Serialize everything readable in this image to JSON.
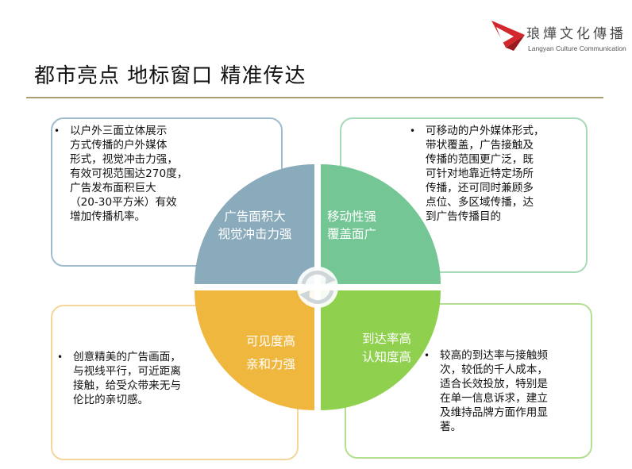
{
  "brand": {
    "name_cn": "琅燁文化傳播",
    "name_en": "Langyan Culture Communication",
    "colors": {
      "red": "#d2272c",
      "gold": "#a9a071"
    }
  },
  "title": "都市亮点 地标窗口 精准传达",
  "quadrants": {
    "top_left": {
      "label": "广告面积大\n视觉冲击力强",
      "color": "#8aabbb",
      "description": "以户外三面立体展示\n方式传播的户外媒体\n形式，视觉冲击力强，\n有效可视范围达270度，\n广告发布面积巨大\n（20-30平方米）有效\n增加传播机率。"
    },
    "top_right": {
      "label": "移动性强\n覆盖面广",
      "color": "#74c795",
      "description": "可移动的户外媒体形式，\n带状覆盖，广告接触及\n传播的范围更广泛，既\n可针对地靠近特定场所\n传播，还可同时兼顾多\n点位、多区域传播，达\n到广告传播目的"
    },
    "bottom_left": {
      "label": "可见度高\n亲和力强",
      "color": "#f0b73f",
      "description": "创意精美的广告画面，\n与视线平行，可近距离\n接触，给受众带来无与\n伦比的亲切感。"
    },
    "bottom_right": {
      "label": "到达率高\n认知度高",
      "color": "#8fd14f",
      "description": "较高的到达率与接触频\n次，较低的千人成本，\n适合长效投放，特别是\n在单一信息诉求，建立\n及维持品牌方面作用显\n著。"
    }
  },
  "bullet_symbol": "•",
  "center_icon": "cycle-arrows-icon"
}
